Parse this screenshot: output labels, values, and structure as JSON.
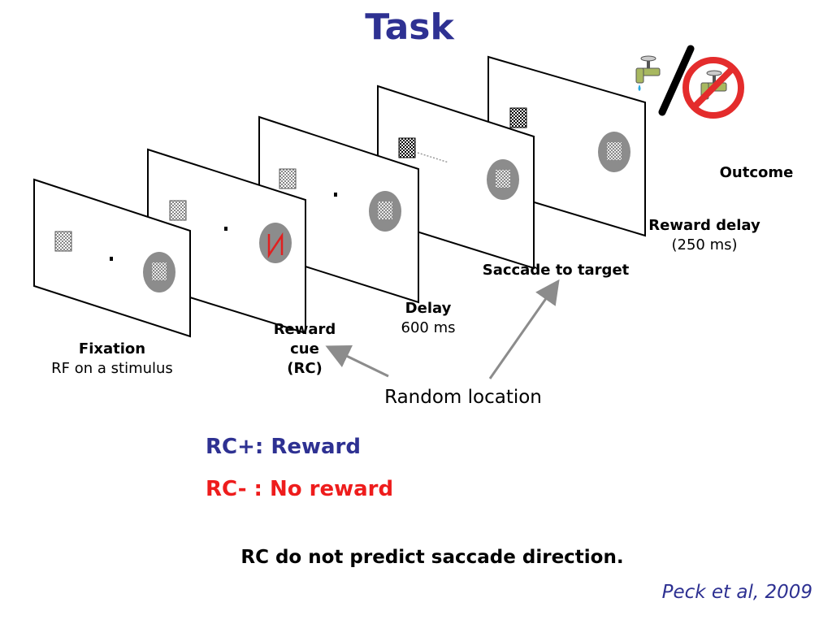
{
  "title": "Task",
  "labels": {
    "fixation_title": "Fixation",
    "fixation_sub": "RF on a stimulus",
    "reward_cue_line1": "Reward",
    "reward_cue_line2": "cue",
    "reward_cue_line3": "(RC)",
    "delay_title": "Delay",
    "delay_value": "600 ms",
    "saccade": "Saccade to target",
    "reward_delay_title": "Reward delay",
    "reward_delay_value": "(250 ms)",
    "outcome": "Outcome",
    "random_location": "Random location"
  },
  "rc_plus": "RC+: Reward",
  "rc_minus": "RC- : No reward",
  "conclusion": "RC do not predict saccade direction.",
  "citation": "Peck et al, 2009",
  "colors": {
    "title": "#2e3192",
    "rc_plus": "#2e3192",
    "rc_minus": "#ee1c1c",
    "citation": "#2e3192",
    "disc": "#8c8c8c",
    "cue": "#e02020",
    "arrow": "#8c8c8c"
  },
  "icons": [
    "faucet-icon",
    "slash-divider",
    "no-faucet-icon"
  ]
}
